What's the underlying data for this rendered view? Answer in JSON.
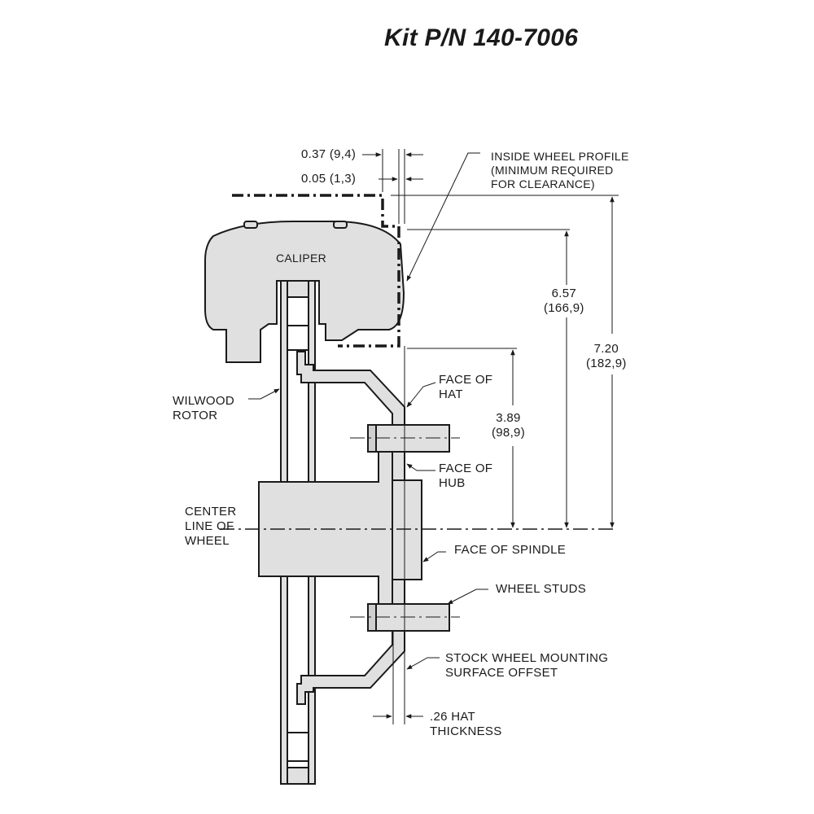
{
  "title": "Kit P/N 140-7006",
  "labels": {
    "dim_037": "0.37 (9,4)",
    "dim_005": "0.05 (1,3)",
    "inside_wheel_profile": "INSIDE WHEEL PROFILE\n(MINIMUM REQUIRED\nFOR CLEARANCE)",
    "caliper": "CALIPER",
    "dim_657": "6.57\n(166,9)",
    "dim_720": "7.20\n(182,9)",
    "dim_389": "3.89\n(98,9)",
    "face_of_hat": "FACE OF\nHAT",
    "wilwood_rotor": "WILWOOD\nROTOR",
    "face_of_hub": "FACE OF\nHUB",
    "center_line": "CENTER\nLINE OF\nWHEEL",
    "face_of_spindle": "FACE OF SPINDLE",
    "wheel_studs": "WHEEL STUDS",
    "stock_offset": "STOCK WHEEL MOUNTING\nSURFACE OFFSET",
    "hat_thickness": ".26 HAT\nTHICKNESS"
  },
  "colors": {
    "part_fill": "#e0e0e0",
    "line": "#1a1a1a",
    "background": "#ffffff"
  }
}
